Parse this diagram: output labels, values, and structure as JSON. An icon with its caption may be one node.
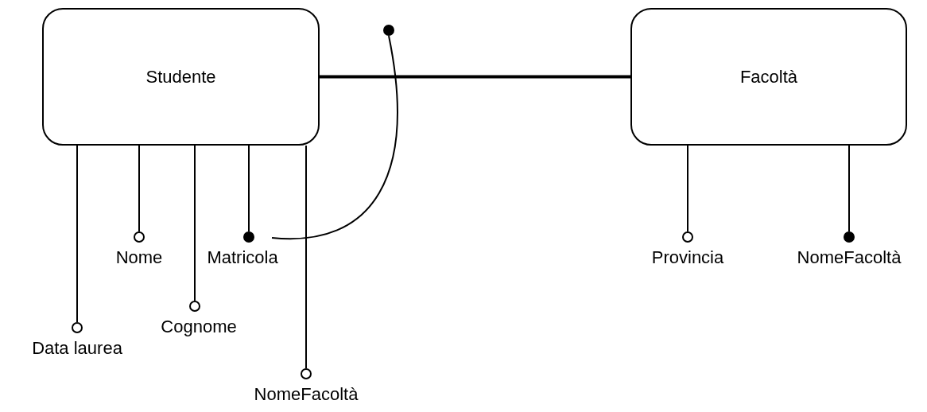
{
  "diagram": {
    "nodes": [
      {
        "text": [
          "Studente"
        ]
      },
      {
        "text": [],
        "shape": "circle"
      },
      {
        "text": [
          "Facoltà"
        ]
      },
      {
        "text": [],
        "shape": "circle",
        "beside": [
          "Nome"
        ]
      },
      {
        "text": [],
        "shape": "circle",
        "beside": [
          "Matricola"
        ]
      },
      {
        "text": [],
        "shape": "circle",
        "beside": [
          "Provincia"
        ]
      },
      {
        "text": [],
        "shape": "circle",
        "beside": [
          "NomeFacoltà"
        ]
      },
      {
        "text": [],
        "shape": "circle",
        "beside": [
          "Cognome"
        ]
      },
      {
        "text": [],
        "shape": "circle",
        "beside": [
          "Data laurea"
        ]
      },
      {
        "text": [],
        "shape": "circle",
        "beside": [
          "NomeFacoltà"
        ]
      }
    ],
    "edges": [
      {
        "from": 0,
        "to": 2,
        "arrow": "none",
        "style": "thick"
      },
      {
        "from": 0,
        "to": 3,
        "arrow": "none"
      },
      {
        "from": 0,
        "to": 4,
        "arrow": "none"
      },
      {
        "from": 0,
        "to": 7,
        "arrow": "none"
      },
      {
        "from": 0,
        "to": 8,
        "arrow": "none"
      },
      {
        "from": 0,
        "to": 9,
        "arrow": "none"
      },
      {
        "from": 2,
        "to": 5,
        "arrow": "none"
      },
      {
        "from": 2,
        "to": 6,
        "arrow": "none"
      },
      {
        "from": null,
        "to": 1,
        "arrow": "none"
      }
    ]
  }
}
